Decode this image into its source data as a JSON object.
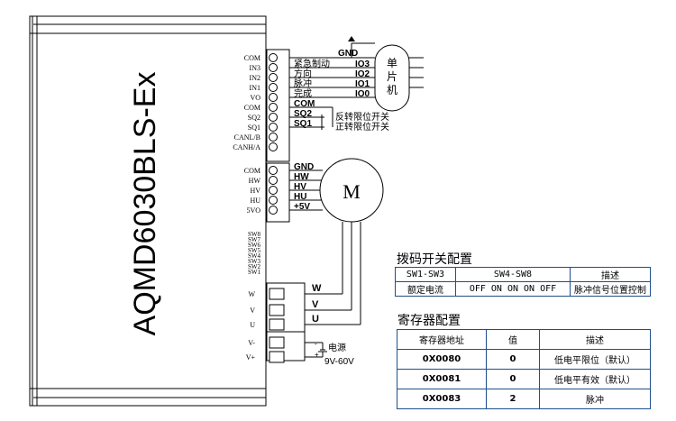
{
  "driver": {
    "model": "AQMD6030BLS-Ex",
    "terminals_top": [
      "COM",
      "IN3",
      "IN2",
      "IN1",
      "VO",
      "COM",
      "SQ2",
      "SQ1",
      "CANL/B",
      "CANH/A"
    ],
    "terminals_mid": [
      "COM",
      "HW",
      "HV",
      "HU",
      "5VO"
    ],
    "sw_labels": [
      "SW8",
      "SW7",
      "SW6",
      "SW5",
      "SW4",
      "SW3",
      "SW2",
      "SW1"
    ],
    "terminals_bottom": [
      "W",
      "V",
      "U",
      "V-",
      "V+"
    ]
  },
  "control": {
    "gnd": "GND",
    "signals": [
      {
        "name": "紧急制动",
        "io": "IO3"
      },
      {
        "name": "方向",
        "io": "IO2"
      },
      {
        "name": "脉冲",
        "io": "IO1"
      },
      {
        "name": "完成",
        "io": "IO0"
      }
    ],
    "mcu_chars": [
      "单",
      "片",
      "机"
    ],
    "com": "COM",
    "limits": [
      {
        "terminal": "SQ2",
        "desc": "反转限位开关"
      },
      {
        "terminal": "SQ1",
        "desc": "正转限位开关"
      }
    ]
  },
  "motor": {
    "symbol": "M",
    "hall_labels": [
      "GND",
      "HW",
      "HV",
      "HU",
      "+5V"
    ],
    "phase_labels": [
      "W",
      "V",
      "U"
    ]
  },
  "power": {
    "label": "电源",
    "voltage": "9V-60V",
    "minus": "-",
    "plus": "+"
  },
  "dip_config": {
    "title": "拨码开关配置",
    "headers": [
      "SW1-SW3",
      "SW4-SW8",
      "描述"
    ],
    "row": [
      "额定电流",
      "OFF ON ON ON OFF",
      "脉冲信号位置控制"
    ]
  },
  "register_config": {
    "title": "寄存器配置",
    "headers": [
      "寄存器地址",
      "值",
      "描述"
    ],
    "rows": [
      [
        "0X0080",
        "0",
        "低电平限位（默认）"
      ],
      [
        "0X0081",
        "0",
        "低电平有效（默认）"
      ],
      [
        "0X0083",
        "2",
        "脉冲"
      ]
    ]
  }
}
